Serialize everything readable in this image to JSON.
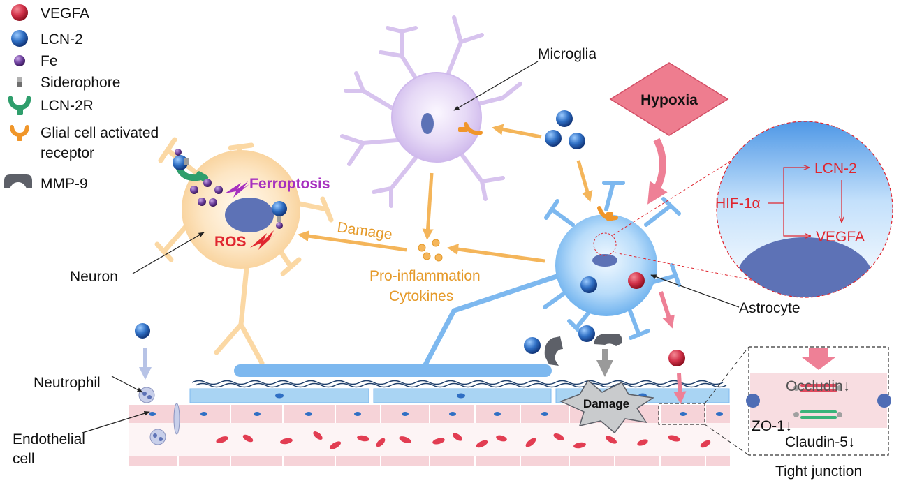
{
  "legend": {
    "items": [
      {
        "label": "VEGFA",
        "icon": "red-sphere-icon"
      },
      {
        "label": "LCN-2",
        "icon": "blue-sphere-icon"
      },
      {
        "label": "Fe",
        "icon": "purple-sphere-icon"
      },
      {
        "label": "Siderophore",
        "icon": "siderophore-icon"
      },
      {
        "label": "LCN-2R",
        "icon": "receptor-icon"
      },
      {
        "label": "Glial cell activated",
        "label2": "receptor",
        "icon": "glial-receptor-icon"
      },
      {
        "label": "MMP-9",
        "icon": "mmp9-icon"
      }
    ]
  },
  "labels": {
    "microglia": "Microglia",
    "hypoxia": "Hypoxia",
    "ferroptosis": "Ferroptosis",
    "ros": "ROS",
    "neuron": "Neuron",
    "damage_arrow": "Damage",
    "cytokines_line1": "Pro-inflammation",
    "cytokines_line2": "Cytokines",
    "astrocyte": "Astrocyte",
    "neutrophil": "Neutrophil",
    "endothelial_line1": "Endothelial",
    "endothelial_line2": "cell",
    "damage_bbb": "Damage",
    "hif": "HIF-1α",
    "lcn2": "LCN-2",
    "vegfa": "VEGFA",
    "occludin": "Occludin↓",
    "zo1": "ZO-1↓",
    "claudin": "Claudin-5↓",
    "tight_junction": "Tight junction"
  },
  "colors": {
    "vegfa": "#c8283c",
    "lcn2": "#2f6fc4",
    "fe": "#6a3d9a",
    "lcn2r": "#2f9e6c",
    "glial_receptor": "#f0962a",
    "mmp9": "#5d6068",
    "arrow_orange": "#f4b55a",
    "arrow_pink": "#ee8096",
    "hypoxia_fill": "#ee7d8f",
    "text_orange": "#e59a2a",
    "text_red": "#e0262f",
    "text_magenta": "#a62fbf",
    "neuron": "#fbd8a4",
    "microglia": "#dccbf0",
    "astrocyte": "#8cc5f2"
  }
}
